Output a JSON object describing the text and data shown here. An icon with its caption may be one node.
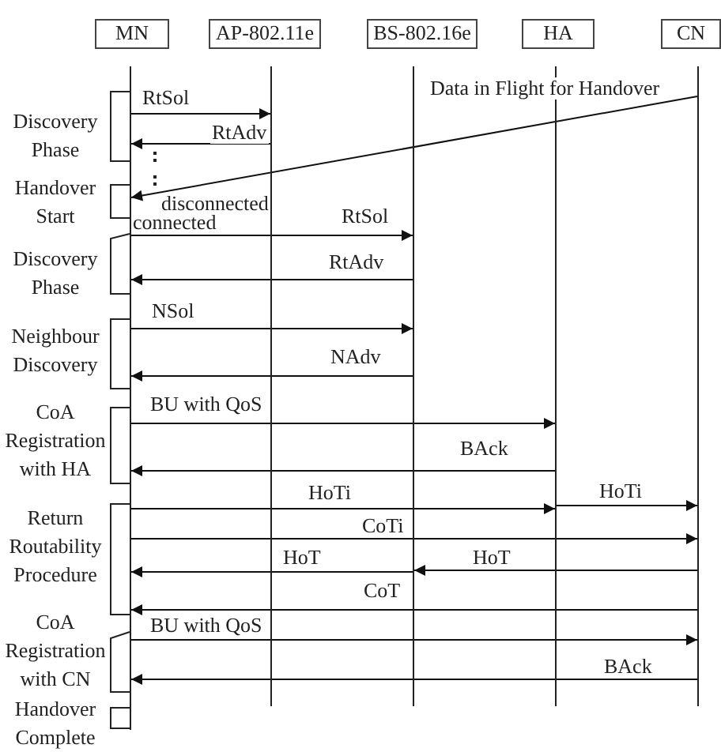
{
  "diagram": {
    "nodes": [
      {
        "text": [
          "MN"
        ]
      },
      {
        "text": [
          "AP-802.11e"
        ]
      },
      {
        "text": [
          "BS-802.16e"
        ]
      },
      {
        "text": [
          "HA"
        ]
      },
      {
        "text": [
          "CN"
        ]
      },
      {
        "text": [],
        "shape": "line"
      },
      {
        "text": [],
        "shape": "line"
      },
      {
        "text": [],
        "shape": "line"
      },
      {
        "text": [],
        "shape": "line"
      },
      {
        "text": [],
        "shape": "line"
      }
    ],
    "edges": [
      {
        "from": 5,
        "to": 6,
        "arrow": "to",
        "label": "RtSol"
      },
      {
        "from": 6,
        "to": 5,
        "arrow": "to",
        "label": "RtAdv"
      },
      {
        "from": 9,
        "to": 5,
        "arrow": "to",
        "label": "Data in Flight for Handover"
      },
      {
        "from": 5,
        "to": 7,
        "arrow": "to",
        "label": "RtSol"
      },
      {
        "from": 7,
        "to": 5,
        "arrow": "to",
        "label": "RtAdv"
      },
      {
        "from": 5,
        "to": 7,
        "arrow": "to",
        "label": "NSol"
      },
      {
        "from": 7,
        "to": 5,
        "arrow": "to",
        "label": "NAdv"
      },
      {
        "from": 5,
        "to": 8,
        "arrow": "to",
        "label": "BU with QoS"
      },
      {
        "from": 8,
        "to": 5,
        "arrow": "to",
        "label": "BAck"
      },
      {
        "from": 5,
        "to": 8,
        "arrow": "to",
        "label": "HoTi"
      },
      {
        "from": 8,
        "to": 9,
        "arrow": "to",
        "label": "HoTi"
      },
      {
        "from": 5,
        "to": 9,
        "arrow": "to",
        "label": "CoTi"
      },
      {
        "from": 9,
        "to": 7,
        "arrow": "to",
        "label": "HoT"
      },
      {
        "from": 7,
        "to": 5,
        "arrow": "to",
        "label": "HoT"
      },
      {
        "from": 9,
        "to": 5,
        "arrow": "to",
        "label": "CoT"
      },
      {
        "from": 5,
        "to": 9,
        "arrow": "to",
        "label": "BU with QoS"
      },
      {
        "from": 9,
        "to": 5,
        "arrow": "to",
        "label": "BAck"
      }
    ],
    "labels": [
      "Discovery Phase",
      "Handover Start",
      "disconnected",
      "connected",
      "Discovery Phase",
      "Neighbour Discovery",
      "CoA Registration with HA",
      "Return Routability Procedure",
      "CoA Registration with CN",
      "Handover Complete"
    ]
  }
}
